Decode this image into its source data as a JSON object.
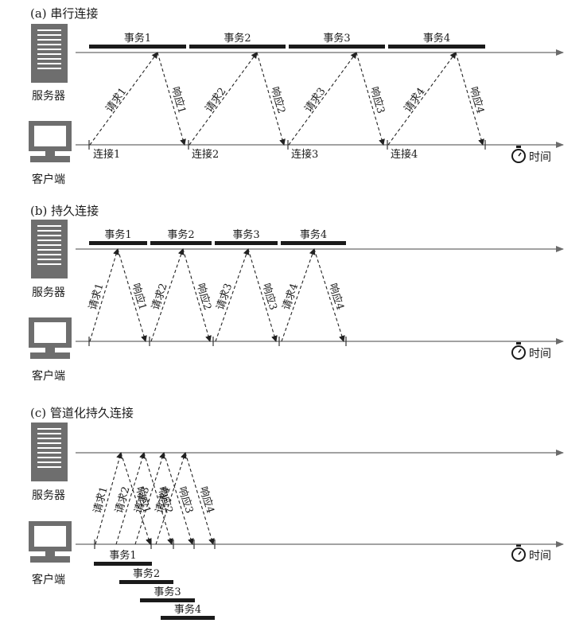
{
  "sections": [
    {
      "title": "(a) 串行连接",
      "server_label": "服务器",
      "client_label": "客户端",
      "time_label": "时间",
      "transactions": [
        "事务1",
        "事务2",
        "事务3",
        "事务4"
      ],
      "requests": [
        "请求1",
        "请求2",
        "请求3",
        "请求4"
      ],
      "responses": [
        "响应1",
        "响应2",
        "响应3",
        "响应4"
      ],
      "connections": [
        "连接1",
        "连接2",
        "连接3",
        "连接4"
      ]
    },
    {
      "title": "(b) 持久连接",
      "server_label": "服务器",
      "client_label": "客户端",
      "time_label": "时间",
      "transactions": [
        "事务1",
        "事务2",
        "事务3",
        "事务4"
      ],
      "requests": [
        "请求1",
        "请求2",
        "请求3",
        "请求4"
      ],
      "responses": [
        "响应1",
        "响应2",
        "响应3",
        "响应4"
      ]
    },
    {
      "title": "(c) 管道化持久连接",
      "server_label": "服务器",
      "client_label": "客户端",
      "time_label": "时间",
      "transactions": [
        "事务1",
        "事务2",
        "事务3",
        "事务4"
      ],
      "requests": [
        "请求1",
        "请求2",
        "请求3",
        "请求4"
      ],
      "responses": [
        "响应1",
        "响应2",
        "响应3",
        "响应4"
      ]
    }
  ],
  "icons": {
    "server": "server-icon",
    "client": "computer-icon",
    "timer": "stopwatch-icon"
  },
  "colors": {
    "icon_gray": "#6e6e6e",
    "bar": "#1a1a1a",
    "axis": "#6b6b6b"
  }
}
